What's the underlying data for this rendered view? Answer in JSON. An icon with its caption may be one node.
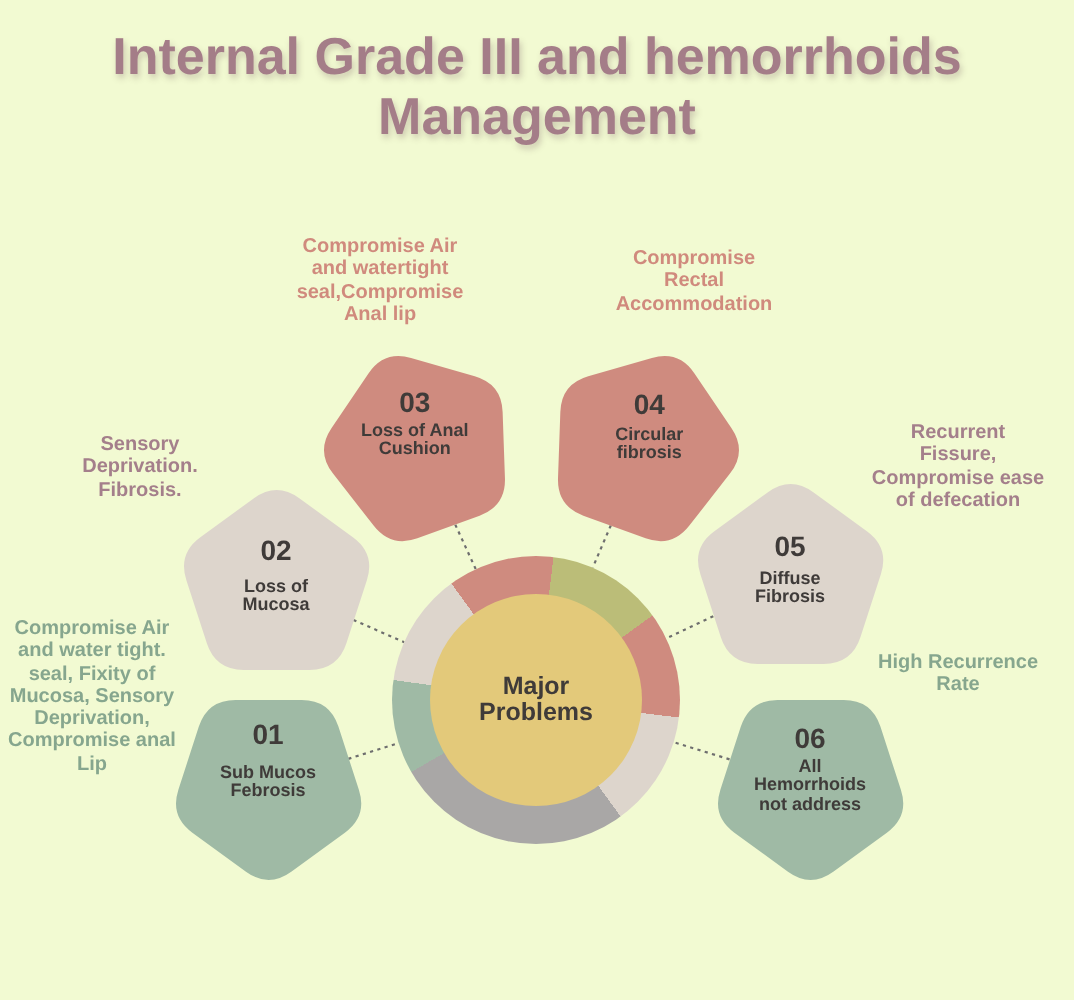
{
  "diagram": {
    "title": "Internal Grade III and hemorrhoids Management",
    "nodes": [
      {
        "text": [
          "01",
          "Sub Mucos Febrosis"
        ],
        "beside": [
          "Compromise Air and water tight. seal, Fixity of Mucosa, Sensory Deprivation, Compromise anal Lip"
        ]
      },
      {
        "text": [
          "02",
          "Loss of Mucosa"
        ],
        "beside": [
          "Sensory Deprivation. Fibrosis."
        ]
      },
      {
        "text": [
          "03",
          "Loss of Anal Cushion"
        ],
        "beside": [
          "Compromise Air and watertight seal,Compromise Anal lip"
        ]
      },
      {
        "text": [
          "04",
          "Circular fibrosis"
        ],
        "beside": [
          "Compromise Rectal Accommodation"
        ]
      },
      {
        "text": [
          "05",
          "Diffuse Fibrosis"
        ],
        "beside": [
          "Recurrent Fissure, Compromise ease of defecation"
        ]
      },
      {
        "text": [
          "06",
          "All Hemorrhoids not address"
        ],
        "beside": [
          "High Recurrence Rate"
        ]
      },
      {
        "text": [
          "Major Problems"
        ]
      }
    ],
    "edges": [
      {
        "from": 0,
        "to": 6,
        "arrow": "none",
        "style": "dashed"
      },
      {
        "from": 1,
        "to": 6,
        "arrow": "none",
        "style": "dashed"
      },
      {
        "from": 2,
        "to": 6,
        "arrow": "none",
        "style": "dashed"
      },
      {
        "from": 3,
        "to": 6,
        "arrow": "none",
        "style": "dashed"
      },
      {
        "from": 4,
        "to": 6,
        "arrow": "none",
        "style": "dashed"
      },
      {
        "from": 5,
        "to": 6,
        "arrow": "none",
        "style": "dashed"
      }
    ]
  }
}
